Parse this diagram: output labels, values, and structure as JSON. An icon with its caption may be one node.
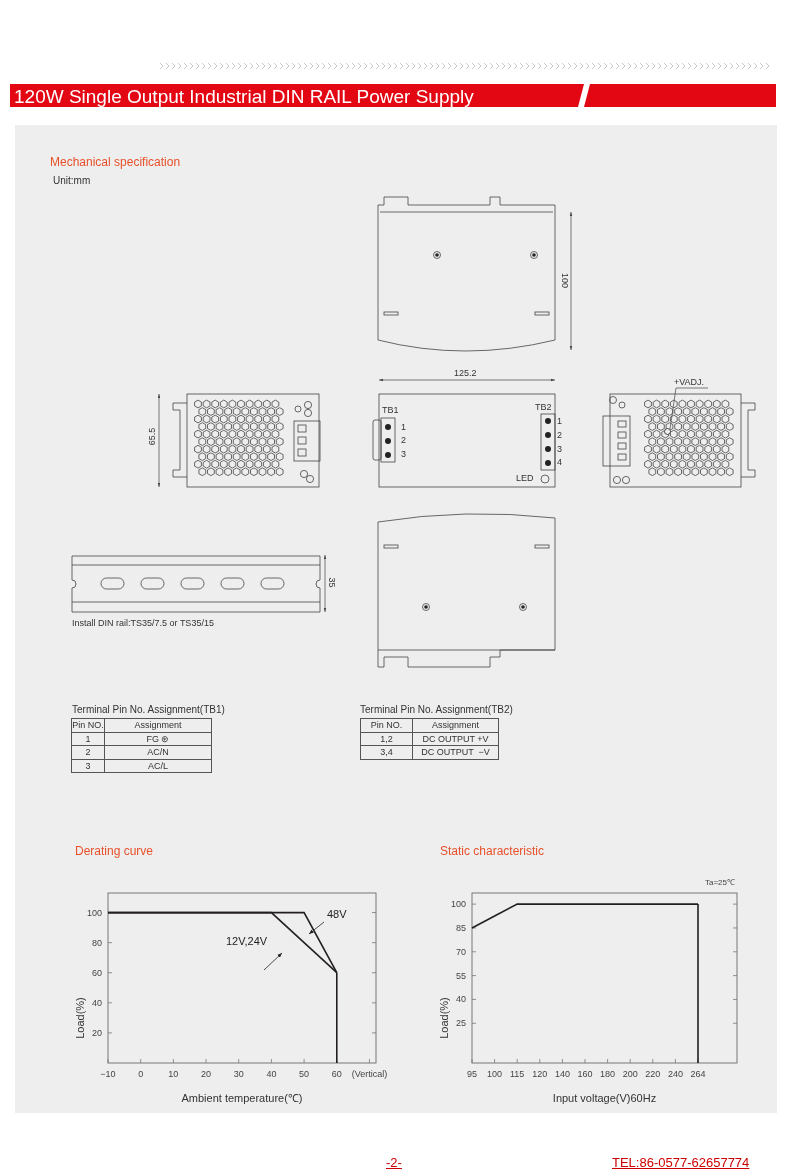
{
  "diagram": {
    "title": "120W Single Output Industrial DIN RAIL Power Supply",
    "nodes": [
      {
        "text": [
          "+VADJ."
        ]
      },
      {
        "text": [],
        "shape": "circle"
      }
    ],
    "edges": [
      {
        "from": 0,
        "to": 1,
        "arrow": "none"
      }
    ],
    "labels": [
      "Mechanical specification",
      "Unit:mm",
      "100",
      "125.2",
      "TB1",
      "1",
      "2",
      "3",
      "TB2",
      "1",
      "2",
      "3",
      "4",
      "LED",
      "65.5",
      "35",
      "Install DIN rail:TS35/7.5 or TS35/15",
      "Terminal Pin No. Assignment(TB1)",
      "Pin NO.",
      "Assignment",
      "1",
      "FG ⊛",
      "2",
      "AC/N",
      "3",
      "AC/L",
      "Terminal Pin No. Assignment(TB2)",
      "Pin NO.",
      "Assignment",
      "1,2",
      "DC OUTPUT +V",
      "3,4",
      "DC OUTPUT  −V",
      "-2-",
      "TEL:86-0577-62657774"
    ],
    "chart_data": [
      {
        "type": "line",
        "title": "Derating curve",
        "xlabel": "Ambient temperature(℃)",
        "ylabel": "Load(%)",
        "x": [
          -10,
          0,
          10,
          20,
          30,
          40,
          50,
          60
        ],
        "series": [
          {
            "name": "48V",
            "color": "#231f20",
            "values": [
              100,
              100,
              100,
              100,
              100,
              100,
              100,
              60
            ]
          },
          {
            "name": "12V,24V",
            "color": "#231f20",
            "values": [
              100,
              100,
              100,
              100,
              100,
              100,
              80,
              60
            ]
          }
        ],
        "ref_lines": [
          {
            "axis": "x",
            "value": 60
          }
        ],
        "xlim": [
          -10,
          72
        ],
        "ylim": [
          0,
          113
        ],
        "xticks": [
          {
            "value": -10,
            "label": "−10"
          },
          0,
          10,
          20,
          30,
          40,
          50,
          60,
          {
            "value": 70,
            "label": "(Vertical)"
          }
        ],
        "yticks": [
          20,
          40,
          60,
          80,
          100
        ]
      },
      {
        "type": "line",
        "title": "Static characteristic",
        "xlabel": "Input voltage(V)60Hz",
        "ylabel": "Load(%)",
        "categories": [
          "95",
          "100",
          "115",
          "120",
          "140",
          "160",
          "180",
          "200",
          "220",
          "240",
          "264"
        ],
        "series": [
          {
            "color": "#231f20",
            "values": [
              85,
              92.5,
              100,
              100,
              100,
              100,
              100,
              100,
              100,
              100,
              100
            ]
          }
        ],
        "ylim": [
          0,
          107
        ],
        "yticks": [
          25,
          40,
          55,
          70,
          85,
          100
        ],
        "annotations": [
          {
            "text": "Ta=25℃"
          }
        ]
      }
    ]
  }
}
